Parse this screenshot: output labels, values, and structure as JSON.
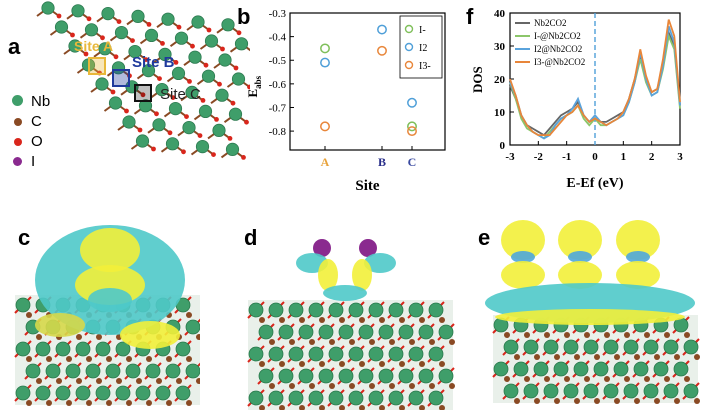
{
  "panels": {
    "a": {
      "label": "a",
      "sites": [
        "Site A",
        "Site B",
        "Site C"
      ],
      "legend": [
        {
          "symbol": "Nb",
          "color": "#3f9e6a"
        },
        {
          "symbol": "C",
          "color": "#8a4a24"
        },
        {
          "symbol": "O",
          "color": "#d9261c"
        },
        {
          "symbol": "I",
          "color": "#8a2a8f"
        }
      ]
    },
    "b": {
      "label": "b"
    },
    "c": {
      "label": "c"
    },
    "d": {
      "label": "d"
    },
    "e": {
      "label": "e"
    },
    "f": {
      "label": "f"
    }
  },
  "chart_data": [
    {
      "id": "b",
      "type": "scatter",
      "xlabel": "Site",
      "ylabel": "E_abs",
      "categories": [
        "A",
        "B",
        "C"
      ],
      "category_colors": [
        "#e8a23a",
        "#2a2f8a",
        "#3a4aa0"
      ],
      "ylim": [
        -0.88,
        -0.3
      ],
      "yticks": [
        -0.3,
        -0.4,
        -0.5,
        -0.6,
        -0.7,
        -0.8
      ],
      "series": [
        {
          "name": "I-",
          "color": "#7fbf5a",
          "values": [
            -0.45,
            null,
            -0.78
          ]
        },
        {
          "name": "I2",
          "color": "#4f9fd8",
          "values": [
            -0.51,
            -0.37,
            -0.68
          ]
        },
        {
          "name": "I3-",
          "color": "#e8863a",
          "values": [
            -0.78,
            -0.46,
            -0.8
          ]
        }
      ],
      "legend_position": "top-right"
    },
    {
      "id": "f",
      "type": "line",
      "xlabel": "E-Ef (eV)",
      "ylabel": "DOS",
      "xlim": [
        -3,
        3
      ],
      "ylim": [
        0,
        40
      ],
      "xticks": [
        -3,
        -2,
        -1,
        0,
        1,
        2,
        3
      ],
      "yticks": [
        0,
        10,
        20,
        30,
        40
      ],
      "fermi_level": 0,
      "x": [
        -3.0,
        -2.8,
        -2.6,
        -2.4,
        -2.2,
        -2.0,
        -1.8,
        -1.6,
        -1.4,
        -1.2,
        -1.0,
        -0.8,
        -0.6,
        -0.4,
        -0.2,
        0.0,
        0.2,
        0.4,
        0.6,
        0.8,
        1.0,
        1.2,
        1.4,
        1.6,
        1.8,
        2.0,
        2.2,
        2.4,
        2.6,
        2.8,
        3.0
      ],
      "series": [
        {
          "name": "Nb2CO2",
          "color": "#666666",
          "values": [
            18,
            14,
            9,
            6,
            5,
            4,
            3,
            5,
            7,
            9,
            10,
            11,
            13,
            9,
            7,
            8,
            7,
            7,
            8,
            9,
            10,
            14,
            20,
            27,
            20,
            16,
            17,
            24,
            34,
            30,
            12
          ]
        },
        {
          "name": "I-@Nb2CO2",
          "color": "#8cc66a",
          "values": [
            19,
            14,
            8,
            5,
            4,
            3,
            2,
            4,
            6,
            8,
            9,
            10,
            12,
            8,
            6,
            8,
            6,
            6,
            7,
            8,
            9,
            13,
            19,
            26,
            19,
            15,
            16,
            23,
            33,
            29,
            11
          ]
        },
        {
          "name": "I2@Nb2CO2",
          "color": "#5aa3dc",
          "values": [
            19,
            15,
            9,
            6,
            4,
            3,
            2,
            3,
            6,
            8,
            9,
            11,
            14,
            9,
            7,
            9,
            7,
            6,
            7,
            8,
            9,
            13,
            19,
            28,
            20,
            15,
            16,
            24,
            36,
            31,
            12
          ]
        },
        {
          "name": "I3-@Nb2CO2",
          "color": "#e8863a",
          "values": [
            20,
            15,
            9,
            6,
            4,
            3,
            3,
            3,
            5,
            7,
            9,
            10,
            12,
            9,
            7,
            8,
            7,
            6,
            7,
            8,
            10,
            14,
            20,
            29,
            21,
            16,
            17,
            26,
            38,
            33,
            13
          ]
        }
      ],
      "legend_position": "top-left"
    }
  ]
}
